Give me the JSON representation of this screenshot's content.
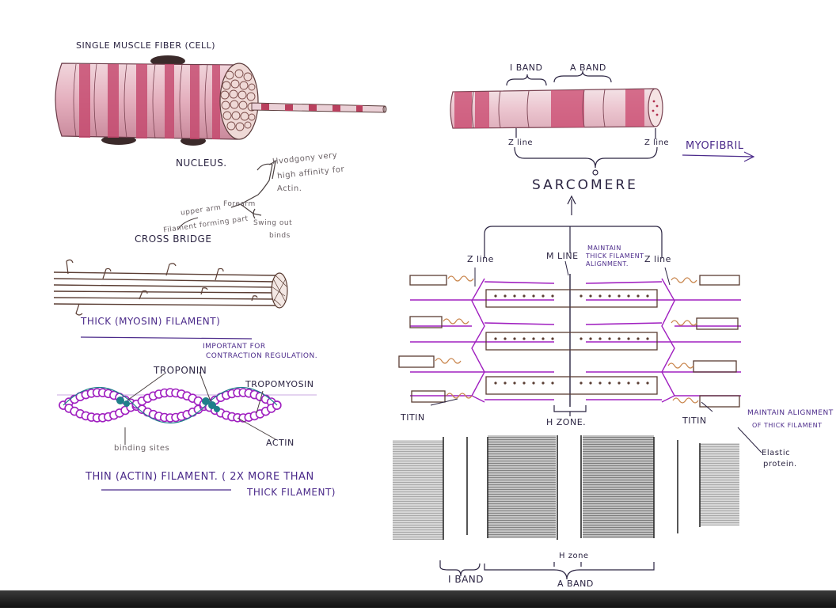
{
  "labels": {
    "single_muscle_fiber": "SINGLE MUSCLE FIBER (CELL)",
    "nucleus": "NUCLEUS.",
    "handwritten_note_1": "Hvodgony very",
    "handwritten_note_2": "high affinity for",
    "handwritten_note_3": "Actin.",
    "handwritten_note_4": "upper arm",
    "handwritten_note_5": "Forearm",
    "handwritten_note_6": "Filament forming part",
    "handwritten_note_7": "Swing out",
    "handwritten_note_8": "binds",
    "cross_bridge": "CROSS BRIDGE",
    "thick_filament": "THICK (MYOSIN) FILAMENT)",
    "important_for_1": "IMPORTANT FOR",
    "important_for_2": "CONTRACTION REGULATION.",
    "troponin": "TROPONIN",
    "tropomyosin": "TROPOMYOSIN",
    "actin": "ACTIN",
    "binding_sites": "binding sites",
    "thin_filament_1": "THIN (ACTIN) FILAMENT. ( 2X MORE THAN",
    "thin_filament_2": "THICK FILAMENT)",
    "i_band_top": "I BAND",
    "a_band_top": "A BAND",
    "z_line_left": "Z line",
    "z_line_right": "Z line",
    "myofibril": "MYOFIBRIL",
    "sarcomere": "SARCOMERE",
    "z_line_mid_left": "Z line",
    "m_line": "M LINE",
    "m_line_note_1": "MAINTAIN",
    "m_line_note_2": "THICK FILAMENT",
    "m_line_note_3": "ALIGNMENT.",
    "z_line_mid_right": "Z line",
    "titin_left": "TITIN",
    "h_zone": "H ZONE.",
    "titin_right": "TITIN",
    "maintain_note_1": "MAINTAIN ALIGNMENT",
    "maintain_note_2": "OF THICK FILAMENT",
    "elastic_note_1": "Elastic",
    "elastic_note_2": "protein.",
    "h_zone_bottom": "H zone",
    "i_band_bottom": "I BAND",
    "a_band_bottom": "A BAND"
  },
  "colors": {
    "muscle_pink": "#c95a7a",
    "muscle_light": "#e6b8c4",
    "myosin_brown": "#5a3d33",
    "actin_purple": "#a020c0",
    "troponin_teal": "#1f7f8a",
    "ink_dark": "#2b2442",
    "ink_purple": "#4b2a8a",
    "titin_orange": "#c8844a"
  }
}
